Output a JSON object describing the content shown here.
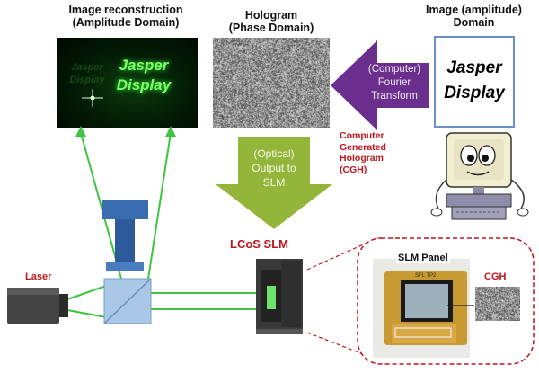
{
  "labels": {
    "recon_line1": "Image reconstruction",
    "recon_line2": "(Amplitude Domain)",
    "holo_line1": "Hologram",
    "holo_line2": "(Phase Domain)",
    "amp_line1": "Image (amplitude)",
    "amp_line2": "Domain",
    "fourier_line1": "(Computer)",
    "fourier_line2": "Fourier",
    "fourier_line3": "Transform",
    "cgh_line1": "Computer",
    "cgh_line2": "Generated",
    "cgh_line3": "Hologram",
    "cgh_line4": "(CGH)",
    "output_line1": "(Optical)",
    "output_line2": "Output to",
    "output_line3": "SLM",
    "lcos": "LCoS SLM",
    "laser": "Laser",
    "slm_panel": "SLM Panel",
    "cgh_small": "CGH",
    "panel_marking": "SFL TP2"
  },
  "display_text": {
    "line1": "Jasper",
    "line2": "Display"
  },
  "colors": {
    "green_beam": "#3ec43e",
    "purple_arrow": "#6a2f8c",
    "olive_arrow": "#93b53a",
    "red_text": "#c0141c",
    "blue_optic": "#3a6db0"
  }
}
